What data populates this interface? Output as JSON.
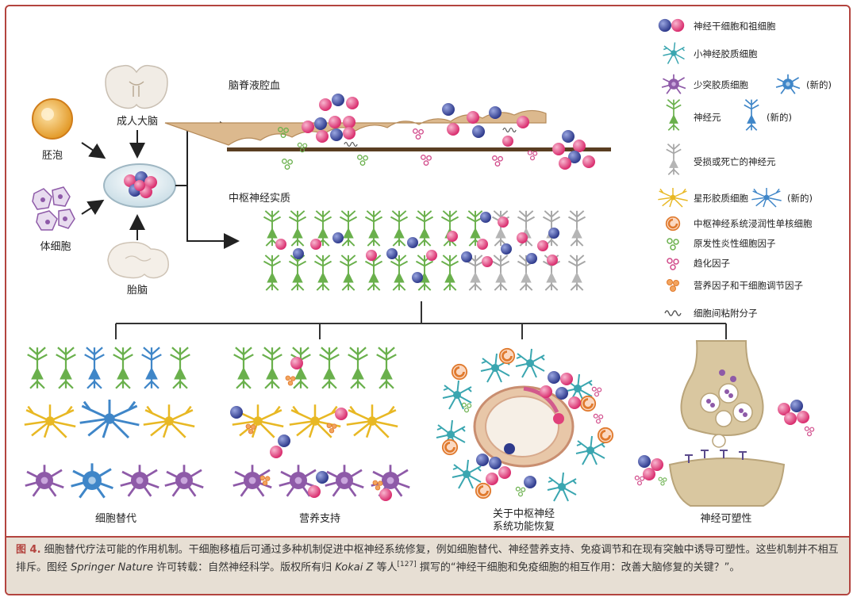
{
  "sources": {
    "embryo": "胚泡",
    "adult_brain": "成人大脑",
    "somatic": "体细胞",
    "fetal_brain": "胎脑"
  },
  "targets": {
    "csf": "脑脊液腔血",
    "cns": "中枢神经实质"
  },
  "legend": [
    {
      "key": "stem",
      "label": "神经干细胞和祖细胞"
    },
    {
      "key": "microglia",
      "label": "小神经胶质细胞"
    },
    {
      "key": "oligo",
      "label": "少突胶质细胞",
      "extra": "(新的)"
    },
    {
      "key": "neuron",
      "label": "神经元",
      "extra": "(新的)"
    },
    {
      "key": "dead",
      "label": "受损或死亡的神经元"
    },
    {
      "key": "astro",
      "label": "星形胶质细胞",
      "extra": "(新的)"
    },
    {
      "key": "mono",
      "label": "中枢神经系统浸润性单核细胞"
    },
    {
      "key": "cyto",
      "label": "原发性炎性细胞因子"
    },
    {
      "key": "chemo",
      "label": "趋化因子"
    },
    {
      "key": "troph",
      "label": "营养因子和干细胞调节因子"
    },
    {
      "key": "adhesion",
      "label": "细胞间粘附分子"
    }
  ],
  "mechanisms": [
    {
      "label": "细胞替代"
    },
    {
      "label": "营养支持"
    },
    {
      "label": "关于中枢神经",
      "label2": "系统功能恢复"
    },
    {
      "label": "神经可塑性"
    }
  ],
  "caption": {
    "figure": "图 4.",
    "text_1": " 细胞替代疗法可能的作用机制。干细胞移植后可通过多种机制促进中枢神经系统修复，例如细胞替代、神经营养支持、免疫调节和在现有突触中诱导可塑性。这些机制并不相互排斥。图经 ",
    "publisher": "Springer Nature",
    "text_2": " 许可转载：自然神经科学。版权所有归 ",
    "author": "Kokai Z",
    "text_3": " 等人",
    "ref": "[127]",
    "text_4": " 撰写的“神经干细胞和免疫细胞的相互作用：改善大脑修复的关键？”。"
  },
  "colors": {
    "border": "#b3443f",
    "caption_bg": "#e7dfd4",
    "stem_pink": "#e0407a",
    "stem_blue": "#3b4a9c",
    "neuron_green": "#6ab04c",
    "astro_yellow": "#e8b824",
    "oligo_purple": "#8e5aa8",
    "microglia_teal": "#3aa6b0",
    "dead_gray": "#a6a6a6",
    "mono_orange": "#e07a2e",
    "tissue_tan": "#d9c7a0"
  }
}
